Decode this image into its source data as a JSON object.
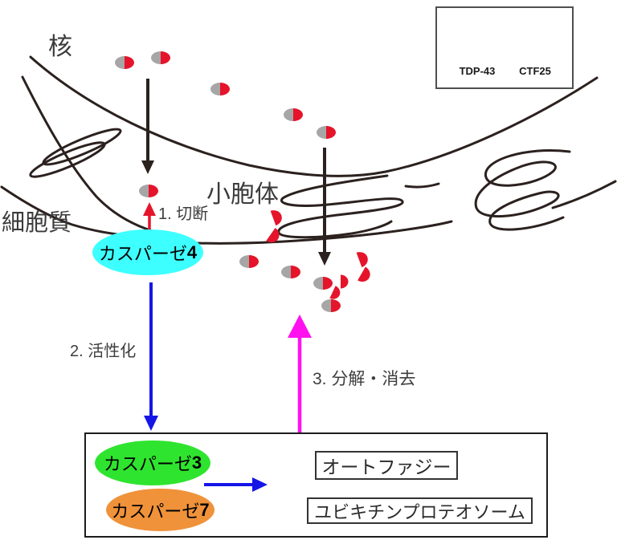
{
  "colors": {
    "red": "#e5142b",
    "gray": "#a6a6a6",
    "cyan": "#3dffff",
    "green": "#2fe42f",
    "orange": "#f0923a",
    "blue": "#1515e8",
    "magenta": "#ff12ef",
    "stroke": "#2b211e",
    "text": "#3b3b3b"
  },
  "labels": {
    "nucleus": "核",
    "cytoplasm": "細胞質",
    "er": "小胞体",
    "step1": "1. 切断",
    "step2": "2. 活性化",
    "step3": "3. 分解・消去"
  },
  "legend": {
    "tdp43": "TDP-43",
    "ctf25": "CTF25"
  },
  "caspases": {
    "c4": {
      "name": "カスパーゼ",
      "num": "4"
    },
    "c3": {
      "name": "カスパーゼ",
      "num": "3"
    },
    "c7": {
      "name": "カスパーゼ",
      "num": "7"
    }
  },
  "pathways": {
    "autophagy": "オートファジー",
    "ups": "ユビキチンプロテオソーム"
  }
}
